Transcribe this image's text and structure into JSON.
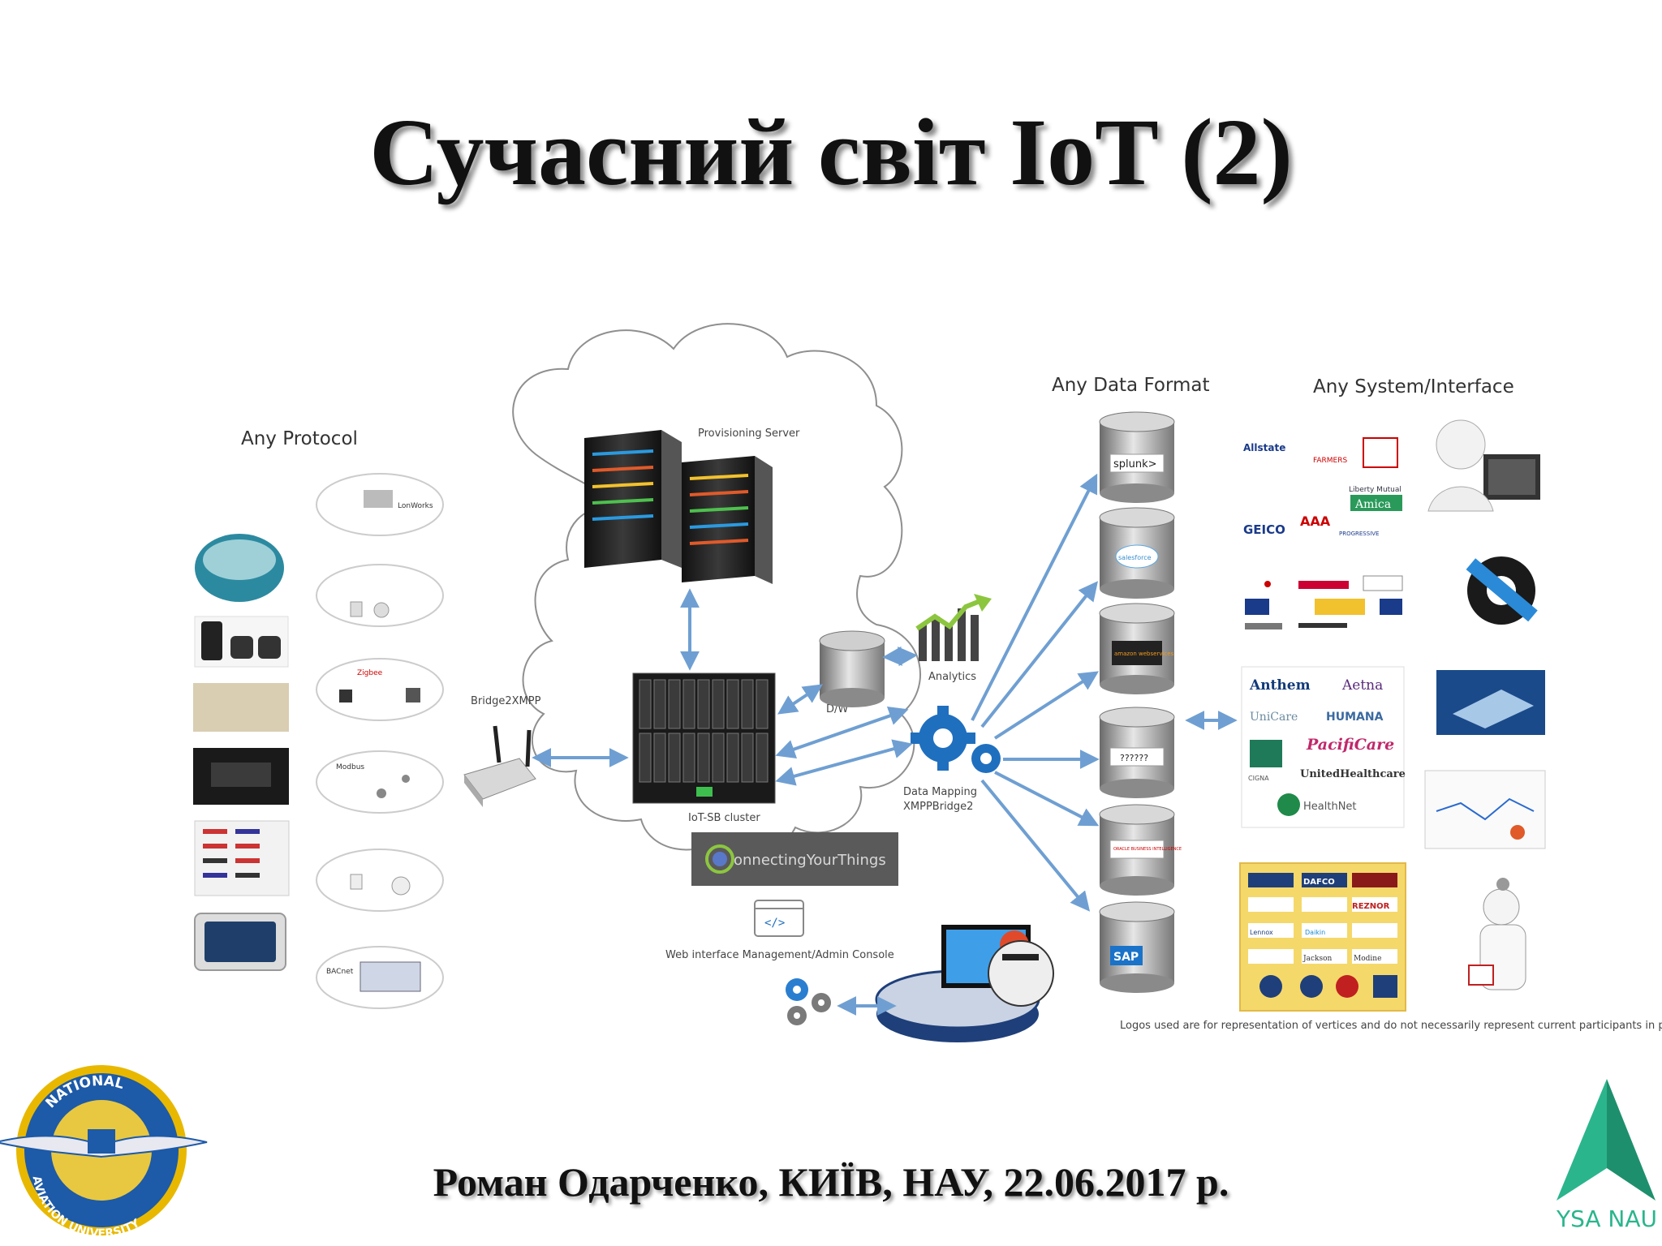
{
  "title": "Сучасний світ IoT (2)",
  "footer": "Роман Одарченко, КИЇВ, НАУ, 22.06.2017 р.",
  "diagram": {
    "any_protocol": "Any Protocol",
    "any_data_format": "Any Data Format",
    "any_system_interface": "Any System/Interface",
    "provisioning_server": "Provisioning Server",
    "bridge": "Bridge2XMPP",
    "cluster": "IoT-SB cluster",
    "dw": "D/W",
    "analytics": "Analytics",
    "data_mapping_1": "Data Mapping",
    "data_mapping_2": "XMPPBridge2",
    "connecting": "onnectingYourThings",
    "web_interface": "Web interface Management/Admin Console",
    "protocols": [
      "LonWorks",
      "Zigbee",
      "Modbus",
      "BACnet"
    ],
    "databases": [
      "splunk>",
      "salesforce",
      "amazon webservices",
      "??????",
      "ORACLE BUSINESS INTELLIGENCE",
      "SAP"
    ],
    "insurers": [
      "Allstate",
      "FARMERS",
      "Liberty Mutual",
      "GEICO",
      "AAA",
      "Amica",
      "PROGRESSIVE"
    ],
    "health_insurers": [
      "Anthem",
      "Aetna",
      "UniCare",
      "HUMANA",
      "PacifiCare",
      "CIGNA",
      "UnitedHealthcare",
      "HealthNet"
    ],
    "hvac_brands": [
      "DAFCO",
      "REZNOR",
      "Lennox",
      "Daikin",
      "Jackson",
      "Modine"
    ],
    "disclaimer": "Logos used are for representation of vertices and do not necessarily represent current participants in provider platform."
  },
  "logos": {
    "nau": "NATIONAL AVIATION UNIVERSITY",
    "ysa": "YSA NAU"
  },
  "colors": {
    "arrow": "#6f9fd2",
    "ysa_green": "#2bb58c",
    "nau_blue": "#1d5aa8",
    "nau_gold": "#e8b800"
  }
}
